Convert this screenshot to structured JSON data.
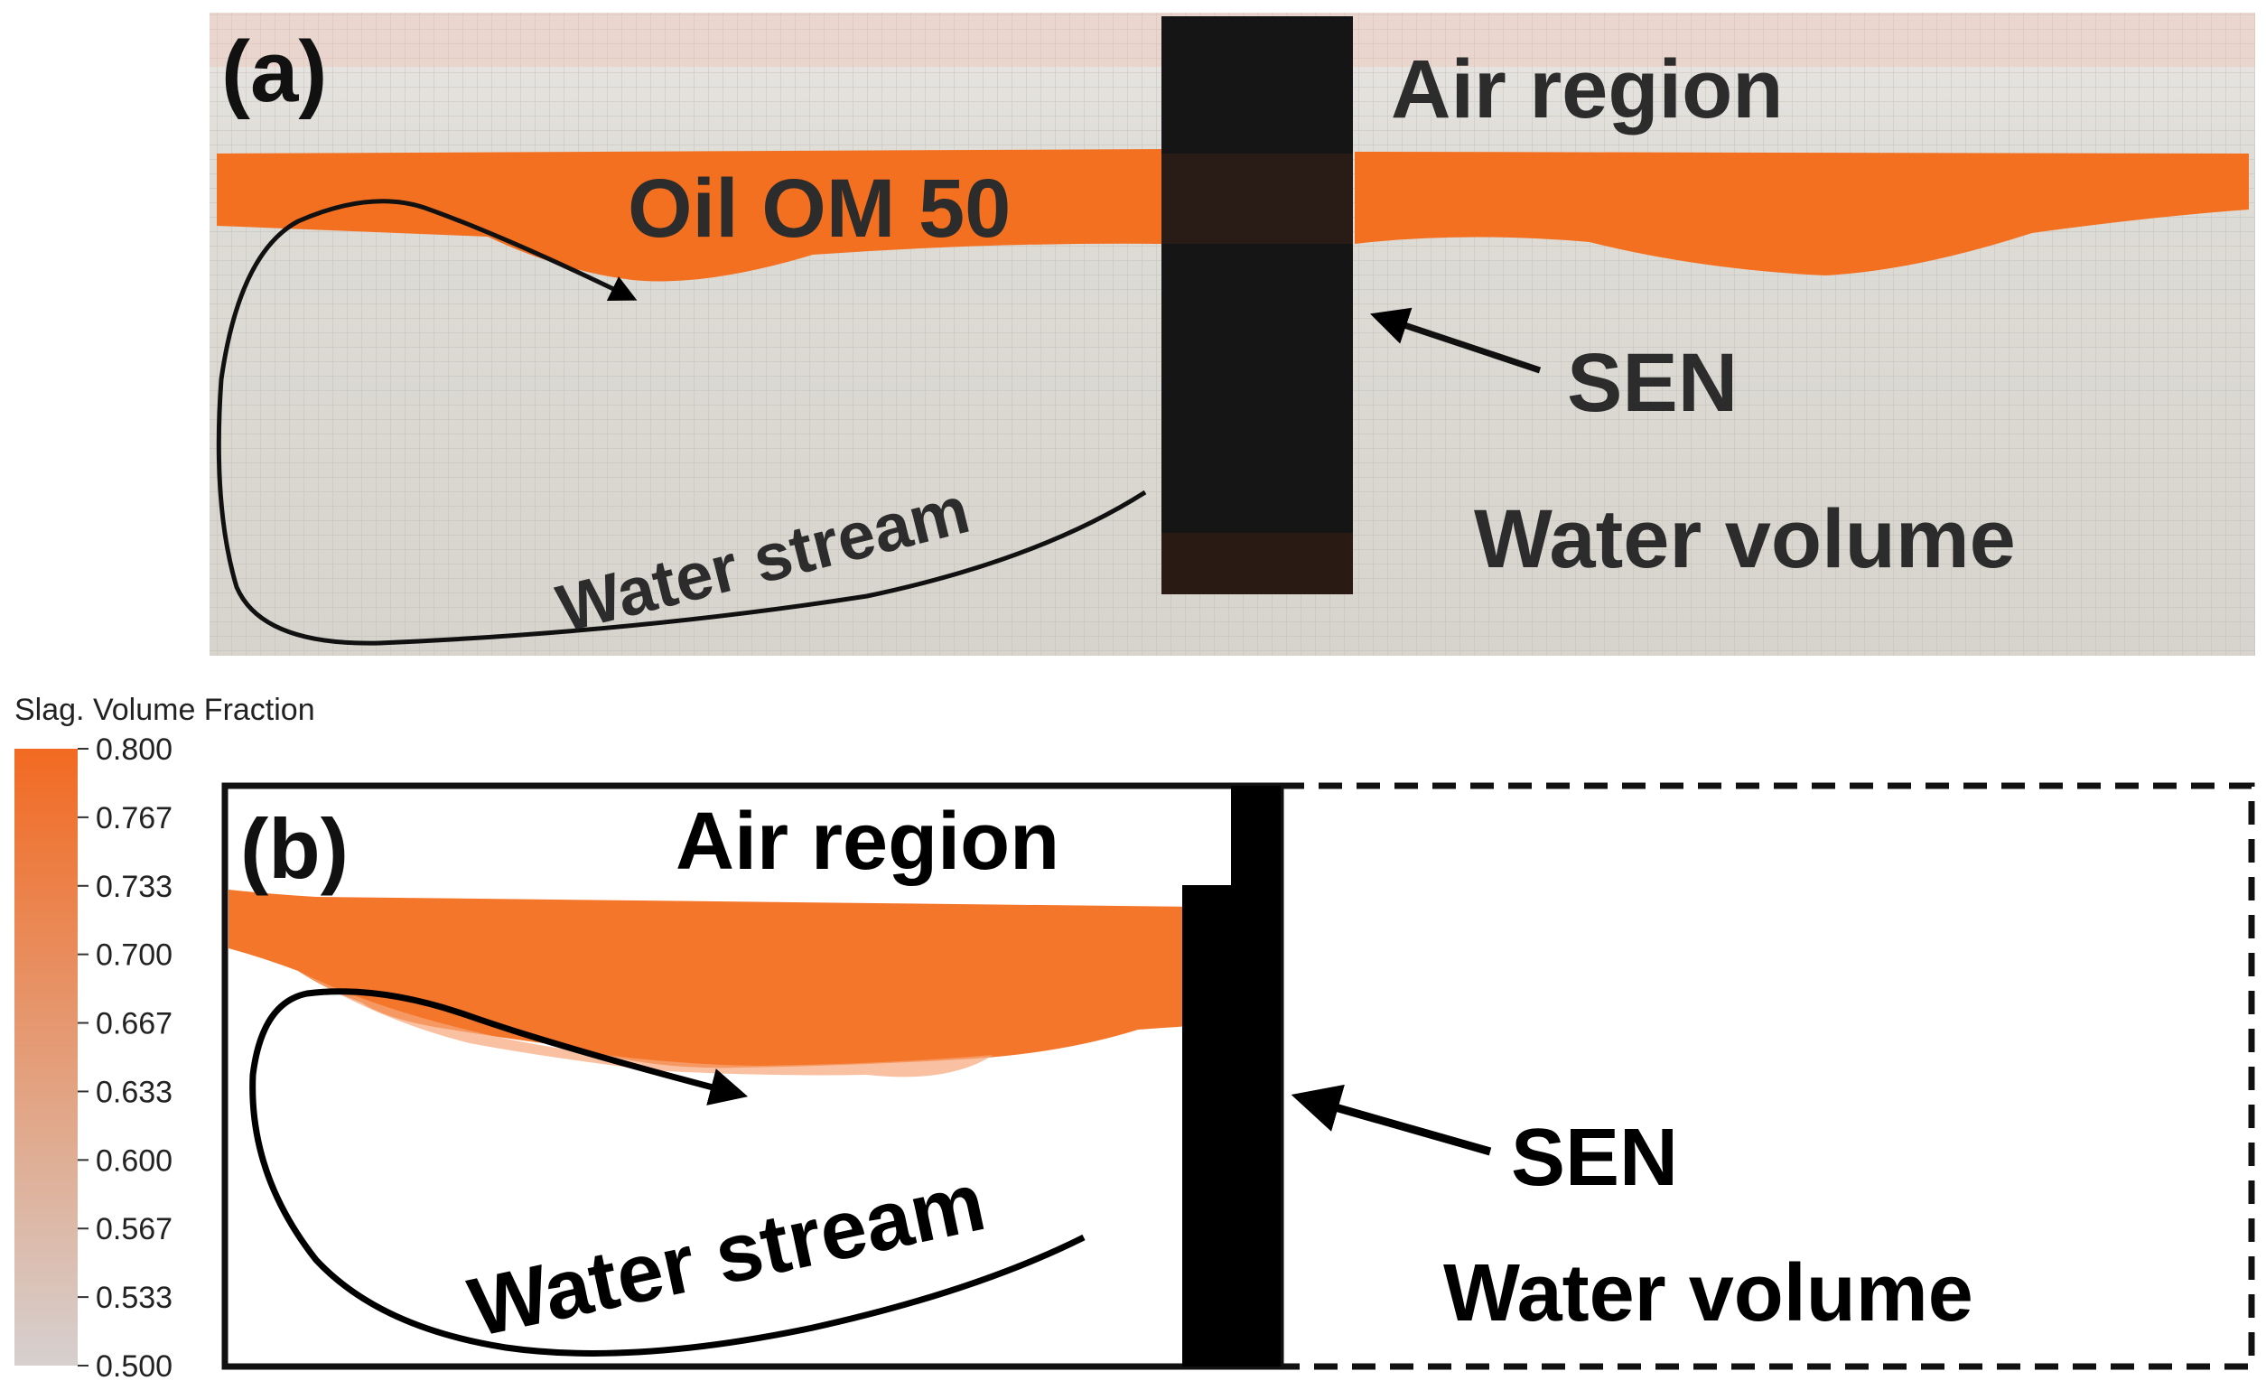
{
  "panel_a": {
    "letter": "(a)",
    "air_region": "Air region",
    "oil_label": "Oil OM 50",
    "sen": "SEN",
    "water_volume": "Water volume",
    "water_stream": "Water stream"
  },
  "panel_b": {
    "letter": "(b)",
    "air_region": "Air region",
    "sen": "SEN",
    "water_volume": "Water volume",
    "water_stream": "Water stream"
  },
  "legend": {
    "title": "Slag. Volume Fraction",
    "ticks": [
      "0.800",
      "0.767",
      "0.733",
      "0.700",
      "0.667",
      "0.633",
      "0.600",
      "0.567",
      "0.533",
      "0.500"
    ],
    "color_top": "#f26a22",
    "color_bottom": "#d6d0cf"
  },
  "colors": {
    "slag": "#f47021",
    "photo_water": "#dcd9d2",
    "photo_air": "#e6e6e2",
    "nozzle": "#141414"
  }
}
